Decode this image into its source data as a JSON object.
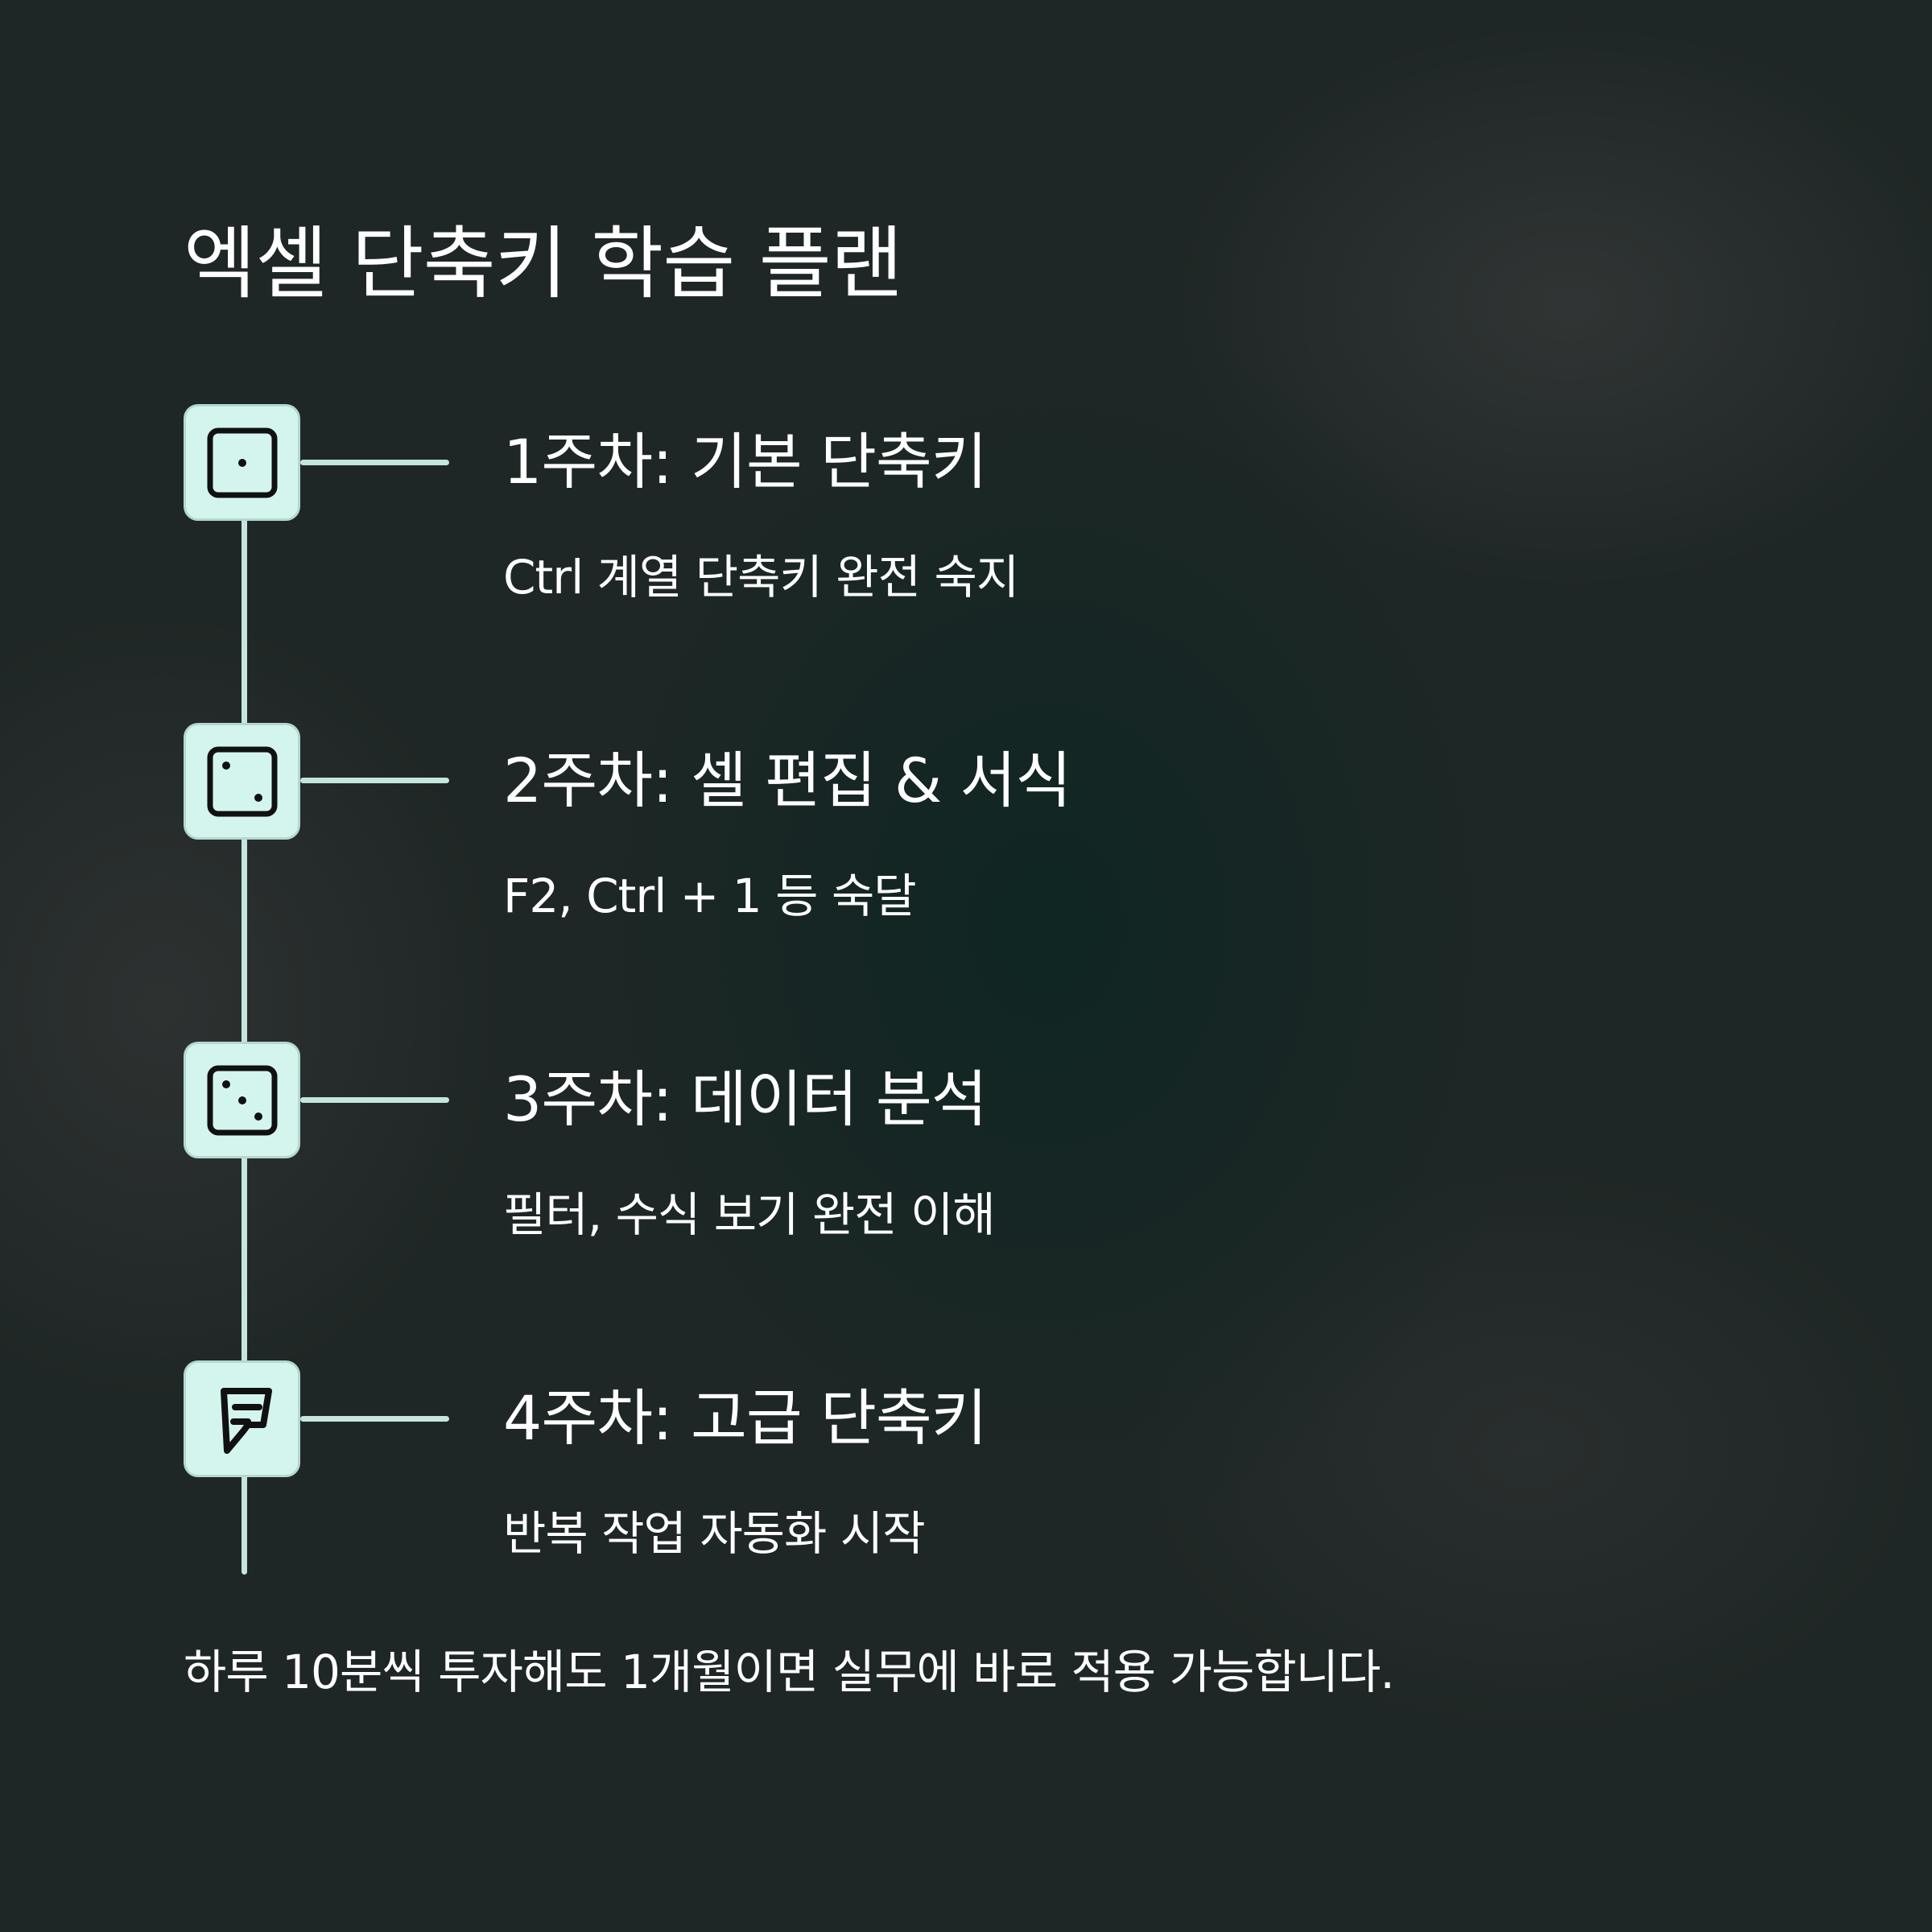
{
  "title": "엑셀 단축키 학습 플랜",
  "steps": [
    {
      "icon": "dice-one-icon",
      "title": "1주차: 기본 단축키",
      "description": "Ctrl 계열 단축키 완전 숙지"
    },
    {
      "icon": "dice-two-icon",
      "title": "2주차: 셀 편집 & 서식",
      "description": "F2, Ctrl + 1 등 숙달"
    },
    {
      "icon": "dice-three-icon",
      "title": "3주차: 데이터 분석",
      "description": "필터, 수식 보기 완전 이해"
    },
    {
      "icon": "foursquare-icon",
      "title": "4주차: 고급 단축키",
      "description": "반복 작업 자동화 시작"
    }
  ],
  "footer": "하루 10분씩 투자해도 1개월이면 실무에 바로 적용 가능합니다.",
  "colors": {
    "accent_line": "#c4e6de",
    "icon_bg": "#d4f5ee",
    "icon_ink": "#111111",
    "text": "#ffffff"
  }
}
